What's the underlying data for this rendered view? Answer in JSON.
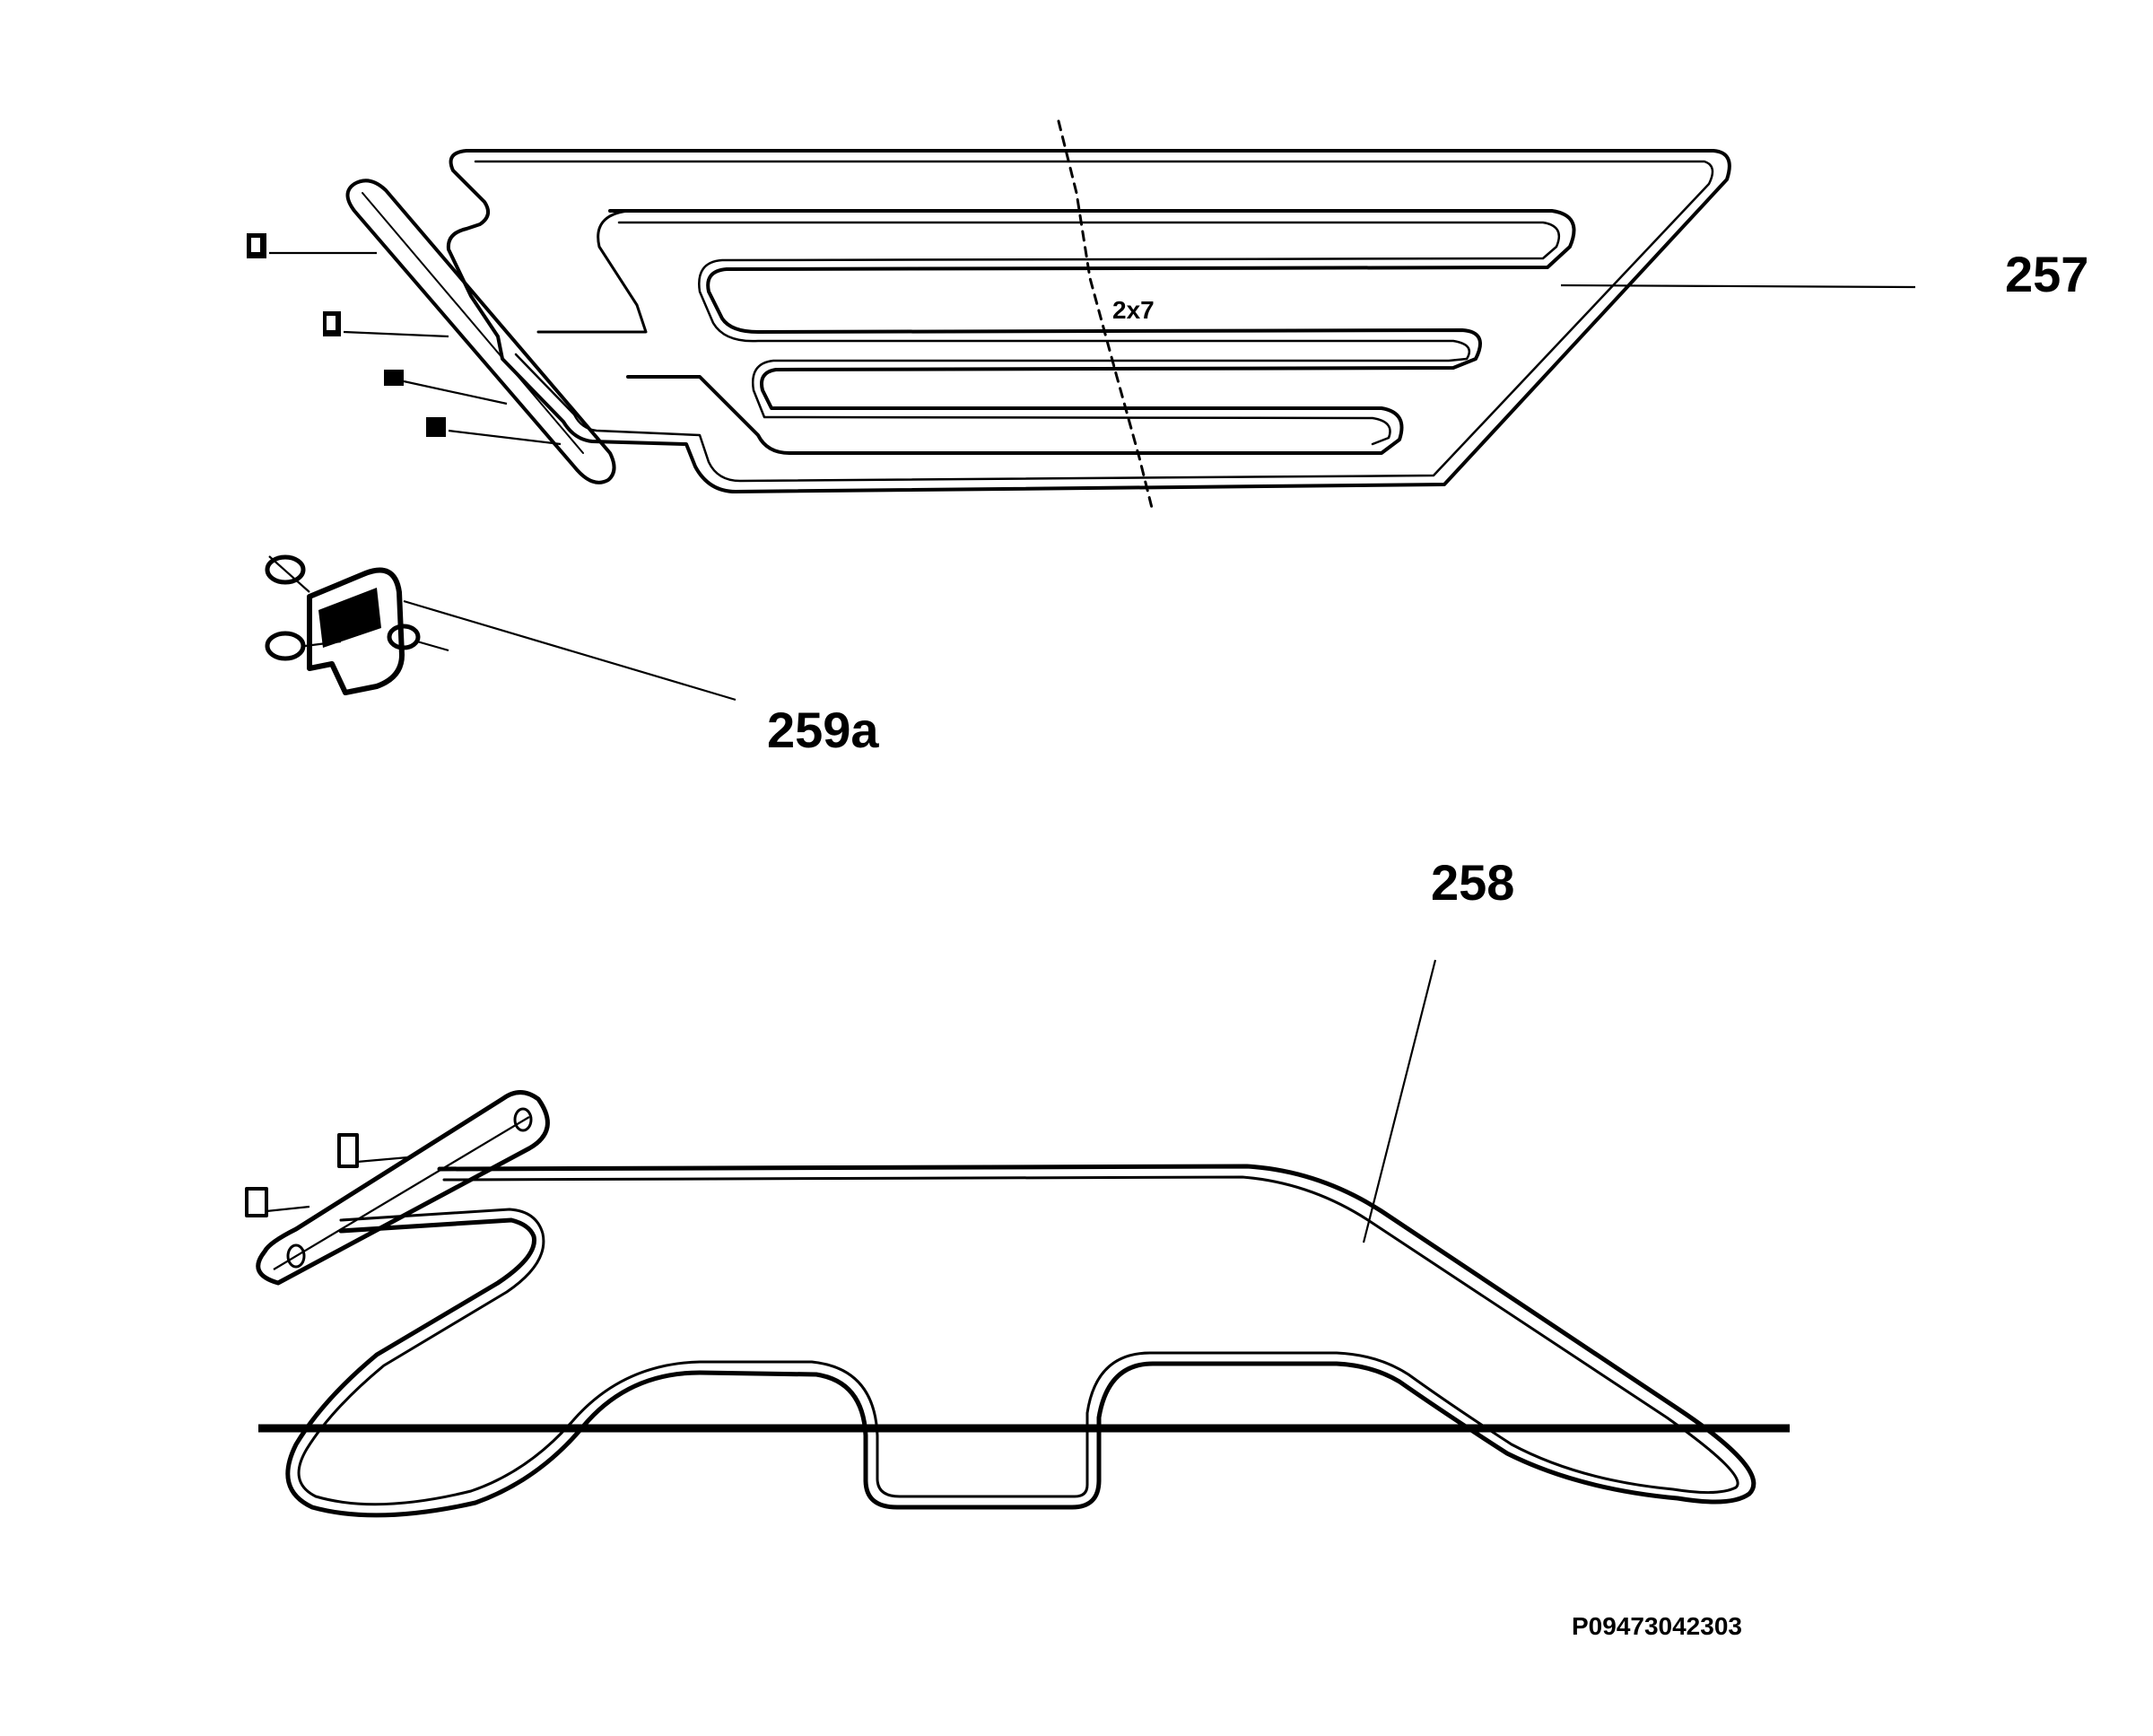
{
  "parts": [
    {
      "id": "part-257",
      "label": "257",
      "description_text": ""
    },
    {
      "id": "part-259a",
      "label": "259a"
    },
    {
      "id": "part-258",
      "label": "258"
    }
  ],
  "drawing_ref": "P09473042303",
  "colors": {
    "ink": "#000000",
    "background": "#ffffff"
  }
}
